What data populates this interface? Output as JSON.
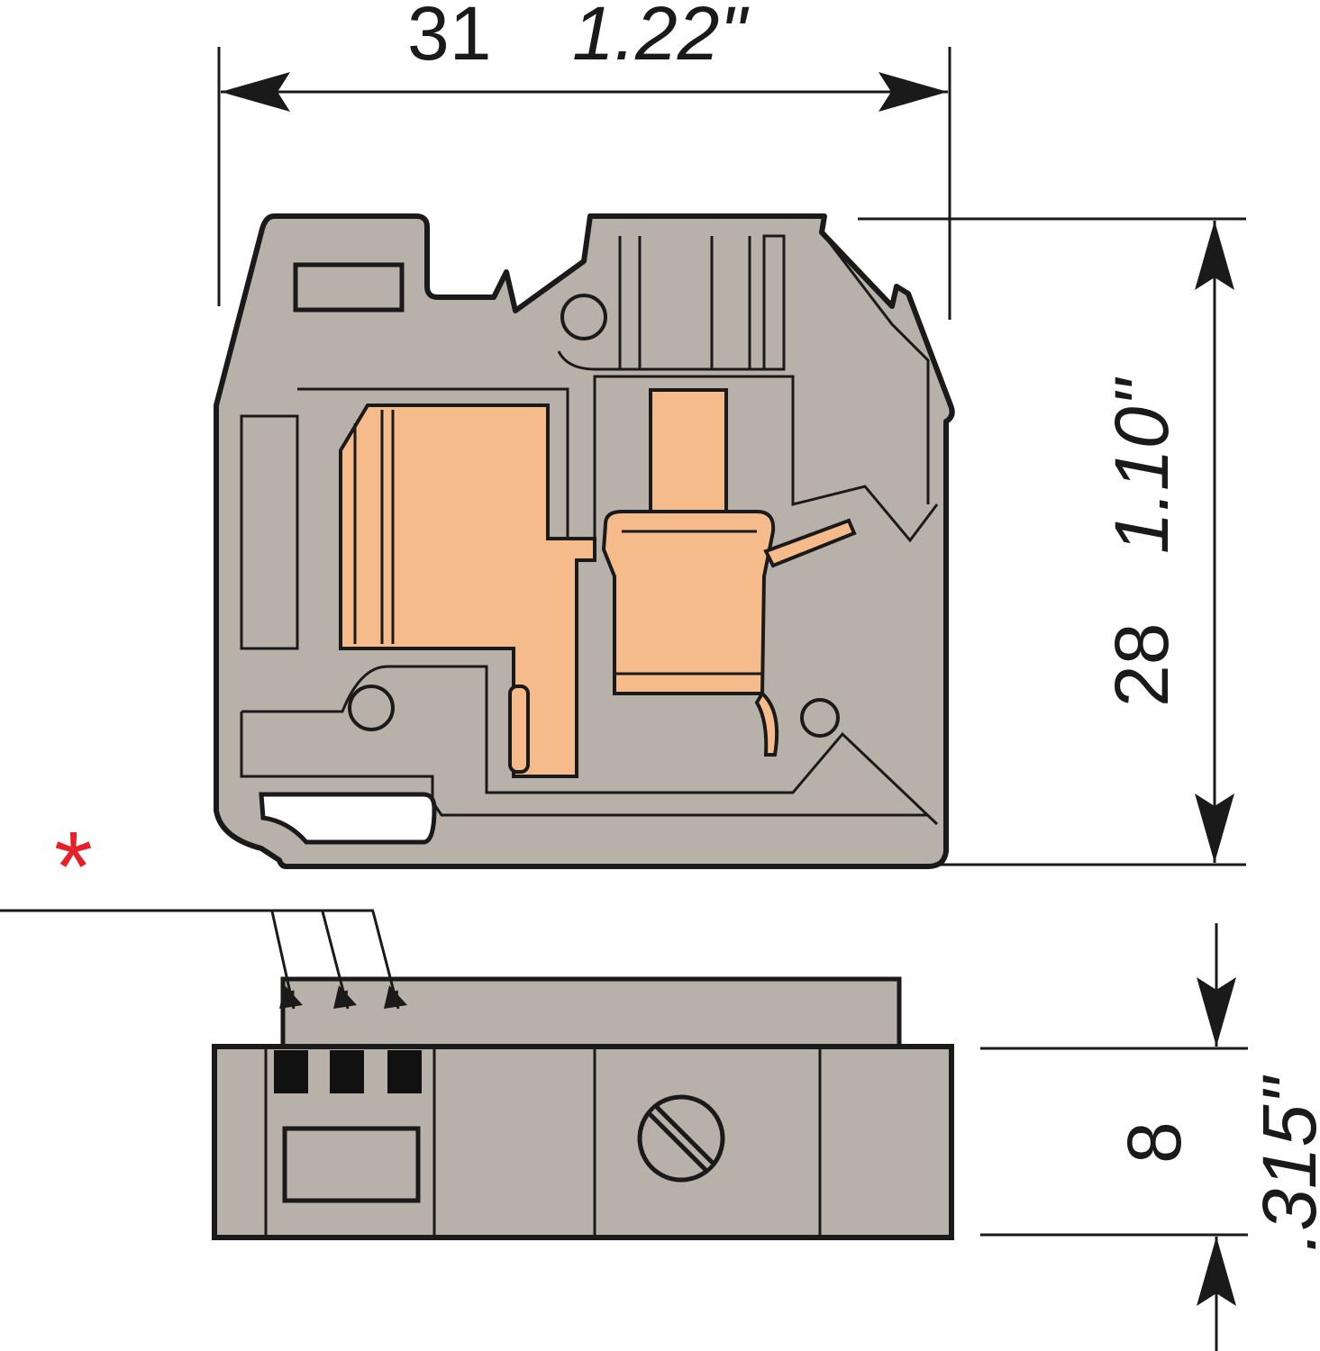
{
  "dimensions": {
    "width": {
      "mm": "31",
      "inch": "1.22\""
    },
    "height": {
      "mm": "28",
      "inch": "1.10\""
    },
    "depth": {
      "mm": "8",
      "inch": ".315\""
    }
  },
  "marker": {
    "symbol": "*"
  },
  "colors": {
    "housing": "#b8b1aa",
    "metal": "#f6bb8a",
    "outline": "#1a1a1a",
    "marker": "#e8202a",
    "slot": "#111111"
  }
}
